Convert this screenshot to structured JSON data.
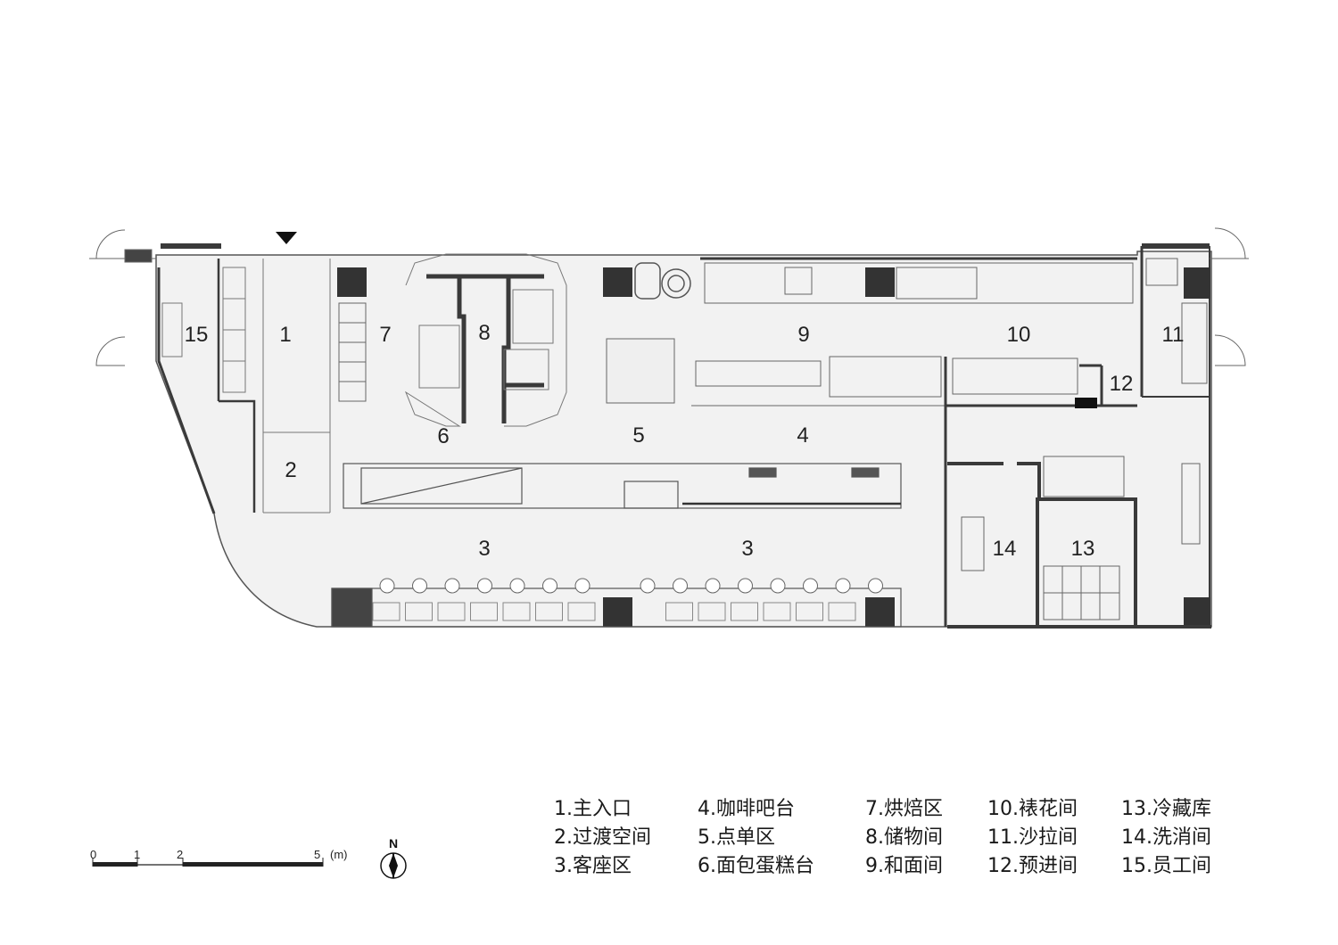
{
  "rooms": [
    {
      "id": "1",
      "label": "1"
    },
    {
      "id": "2",
      "label": "2"
    },
    {
      "id": "3a",
      "label": "3"
    },
    {
      "id": "3b",
      "label": "3"
    },
    {
      "id": "4",
      "label": "4"
    },
    {
      "id": "5",
      "label": "5"
    },
    {
      "id": "6",
      "label": "6"
    },
    {
      "id": "7",
      "label": "7"
    },
    {
      "id": "8",
      "label": "8"
    },
    {
      "id": "9",
      "label": "9"
    },
    {
      "id": "10",
      "label": "10"
    },
    {
      "id": "11",
      "label": "11"
    },
    {
      "id": "12",
      "label": "12"
    },
    {
      "id": "13",
      "label": "13"
    },
    {
      "id": "14",
      "label": "14"
    },
    {
      "id": "15",
      "label": "15"
    }
  ],
  "legend": {
    "col1": [
      "1.主入口",
      "2.过渡空间",
      "3.客座区"
    ],
    "col2": [
      "4.咖啡吧台",
      "5.点单区",
      "6.面包蛋糕台"
    ],
    "col3": [
      "7.烘焙区",
      "8.储物间",
      "9.和面间"
    ],
    "col4": [
      "10.裱花间",
      "11.沙拉间",
      "12.预进间"
    ],
    "col5": [
      "13.冷藏库",
      "14.洗消间",
      "15.员工间"
    ]
  },
  "scale_bar": {
    "ticks": [
      "0",
      "1",
      "2",
      "5"
    ],
    "unit": "(m)"
  },
  "north_arrow": {
    "letter": "N",
    "icon": "north-arrow-icon"
  },
  "entrance_marker": {
    "icon": "entrance-triangle-icon"
  },
  "colors": {
    "floor": "#f2f2f2",
    "wall": "#3a3a3a",
    "column": "#333333",
    "line": "#555555",
    "background": "#ffffff"
  }
}
